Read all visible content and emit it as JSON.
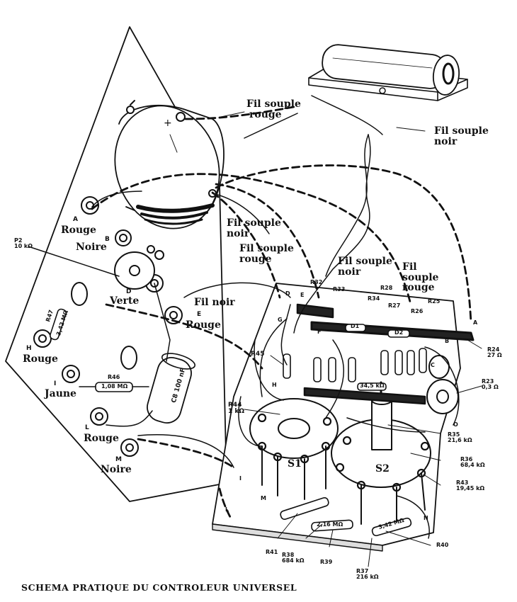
{
  "caption": "SCHEMA PRATIQUE DU CONTROLEUR UNIVERSEL",
  "wire_labels": {
    "fil_souple_rouge_top": [
      "Fil souple",
      "rouge"
    ],
    "fil_souple_noir_right": [
      "Fil souple",
      "noir"
    ],
    "fil_souple_noir_mid": [
      "Fil souple",
      "noir"
    ],
    "fil_souple_rouge_mid": [
      "Fil souple",
      "rouge"
    ],
    "fil_souple_noir_board": [
      "Fil souple",
      "noir"
    ],
    "fil_souple_rouge_board": [
      "Fil",
      "souple",
      "rouge"
    ],
    "fil_noir": "Fil noir"
  },
  "terminals": {
    "a_letter": "A",
    "a_color": "Rouge",
    "b_letter": "B",
    "b_color": "Noire",
    "d_letter": "D",
    "d_color": "Verte",
    "e_letter": "E",
    "e_color": "Rouge",
    "h_letter": "H",
    "h_color": "Rouge",
    "i_letter": "I",
    "i_color": "Jaune",
    "l_letter": "L",
    "l_color": "Rouge",
    "m_letter": "M",
    "m_color": "Noire"
  },
  "components": {
    "p2": [
      "P2",
      "10 kΩ"
    ],
    "r47": "R47",
    "r47_value": "3,42 MΩ",
    "r46": "R46",
    "r46_value": "1,08 MΩ",
    "c8": "C8 100 nF",
    "r45": "R45",
    "r44": [
      "R44",
      "1 kΩ"
    ],
    "r32": "R32",
    "r33": "R33",
    "r28": "R28",
    "r34": "R34",
    "r27": "R27",
    "r26": "R26",
    "r25": "R25",
    "d1": "D1",
    "d2": "D2",
    "r24": [
      "R24",
      "27 Ω"
    ],
    "r23": [
      "R23",
      "0,3 Ω"
    ],
    "r35": [
      "R35",
      "21,6 kΩ"
    ],
    "r36": [
      "R36",
      "68,4 kΩ"
    ],
    "r43": [
      "R43",
      "19,45 kΩ"
    ],
    "r40": "R40",
    "r41": "R41",
    "r38": [
      "R38",
      "684 kΩ"
    ],
    "r39": "R39",
    "r37": [
      "R37",
      "216 kΩ"
    ],
    "r_216M": "2,16 MΩ",
    "r_342M": "3,42 MΩ",
    "r_345k": "34,5 kΩ",
    "s1": "S1",
    "s2": "S2"
  },
  "board_letters": {
    "d": "D",
    "e": "E",
    "g": "G",
    "f": "F",
    "h": "H",
    "i": "I",
    "l": "L",
    "m": "M",
    "a": "A",
    "b": "B",
    "c": "C",
    "n": "N",
    "o": "O"
  }
}
